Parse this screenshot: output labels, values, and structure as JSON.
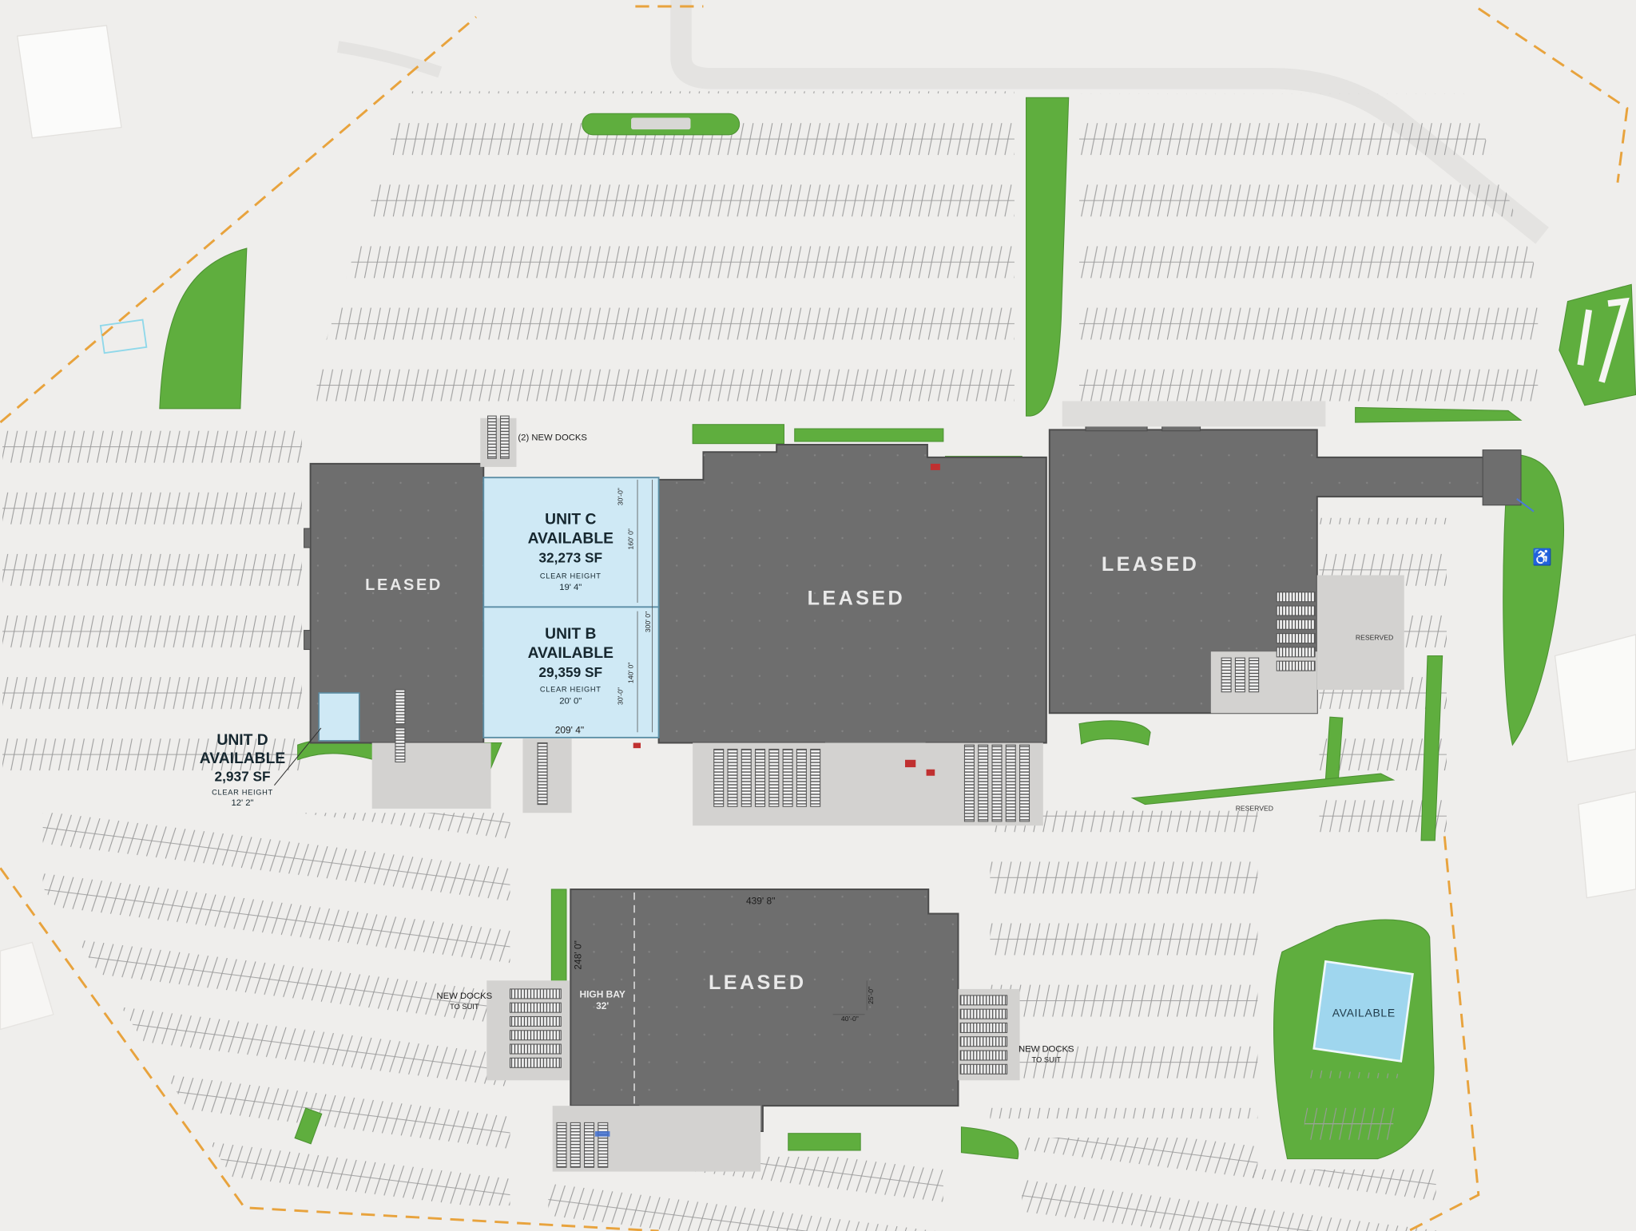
{
  "buildings": {
    "left": {
      "label": "LEASED"
    },
    "center": {
      "label": "LEASED"
    },
    "right": {
      "label": "LEASED"
    },
    "south": {
      "label": "LEASED"
    }
  },
  "units": {
    "c": {
      "name": "UNIT C",
      "status": "AVAILABLE",
      "area": "32,273 SF",
      "clear_height_label": "CLEAR HEIGHT",
      "clear_height": "19' 4\""
    },
    "b": {
      "name": "UNIT B",
      "status": "AVAILABLE",
      "area": "29,359 SF",
      "clear_height_label": "CLEAR HEIGHT",
      "clear_height": "20' 0\""
    },
    "d": {
      "name": "UNIT D",
      "status": "AVAILABLE",
      "area": "2,937 SF",
      "clear_height_label": "CLEAR HEIGHT",
      "clear_height": "12' 2\""
    },
    "pad": {
      "status": "AVAILABLE"
    }
  },
  "annotations": {
    "new_docks_top": "(2) NEW DOCKS",
    "new_docks_west_line1": "NEW DOCKS",
    "new_docks_west_line2": "TO SUIT",
    "new_docks_east_line1": "NEW DOCKS",
    "new_docks_east_line2": "TO SUIT",
    "high_bay_line1": "HIGH BAY",
    "high_bay_line2": "32'",
    "reserved_east": "RESERVED",
    "reserved_south": "RESERVED"
  },
  "dimensions": {
    "south_building_width": "439' 8\"",
    "south_building_depth": "248' 0\"",
    "units_width": "209' 4\"",
    "unit_c_depth": "160' 0\"",
    "total_depth": "300' 0\"",
    "unit_b_depth": "140' 0\"",
    "bay_width_top": "30'-0\"",
    "bay_width_bottom": "30'-0\"",
    "dock_dim_1": "25'-0\"",
    "dock_dim_2": "40'-0\""
  },
  "icons": {
    "accessible_parking": "♿"
  },
  "colors": {
    "background": "#efeeec",
    "building": "#6e6e6e",
    "available": "#cfe9f5",
    "available_pad": "#9fd6ee",
    "landscape": "#5fae3e",
    "boundary": "#e8a33d",
    "leased_text": "#e9e9e9",
    "accent_red": "#c03030"
  }
}
